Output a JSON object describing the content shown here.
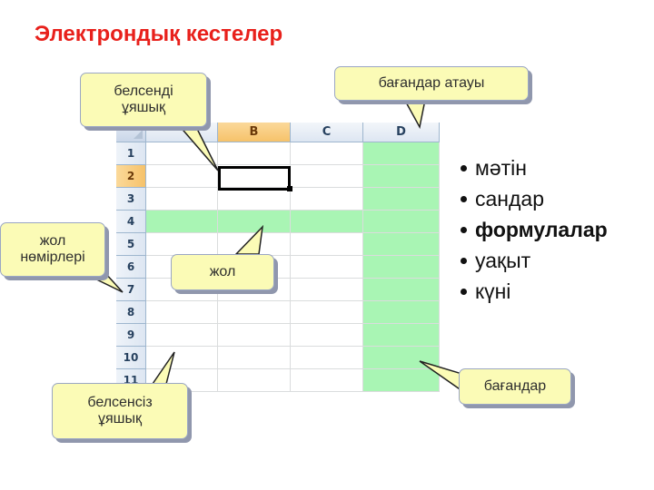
{
  "title": "Электрондық кестелер",
  "spreadsheet": {
    "columns": [
      "B",
      "C",
      "D"
    ],
    "active_column": "B",
    "rows": [
      "1",
      "2",
      "3",
      "4",
      "5",
      "6",
      "7",
      "8",
      "9",
      "10",
      "11"
    ],
    "active_row": "2",
    "highlighted_row": "4",
    "highlighted_column": "D",
    "highlight_color": "#a9f5b4"
  },
  "callouts": {
    "active_cell": "белсенді\nұяшық",
    "column_names": "бағандар атауы",
    "row_numbers": "жол\nнөмірлері",
    "row": "жол",
    "inactive_cell": "белсенсіз\nұяшық",
    "columns": "бағандар"
  },
  "bullets": [
    {
      "text": "мәтін",
      "bold": false
    },
    {
      "text": "сандар",
      "bold": false
    },
    {
      "text": "формулалар",
      "bold": true
    },
    {
      "text": "уақыт",
      "bold": false
    },
    {
      "text": "күні",
      "bold": false
    }
  ],
  "colors": {
    "title": "#e8201b",
    "callout_fill": "#fbfbb6"
  }
}
